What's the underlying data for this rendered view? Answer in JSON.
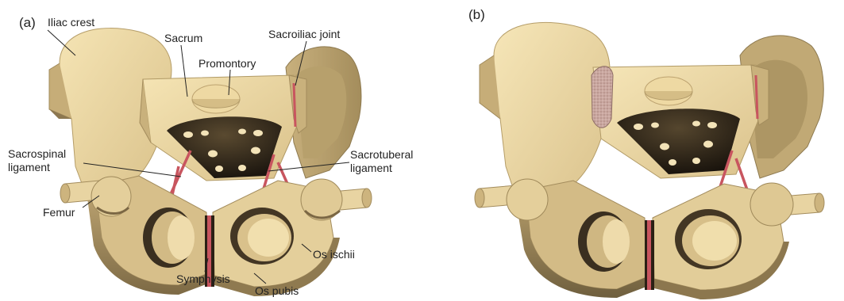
{
  "panel_a": {
    "panel_label": "(a)",
    "labels": {
      "iliac_crest": "Iliac crest",
      "sacrum": "Sacrum",
      "promontory": "Promontory",
      "sacroiliac_joint": "Sacroiliac joint",
      "sacrospinal_1": "Sacrospinal",
      "sacrospinal_2": "ligament",
      "sacrotuberal_1": "Sacrotuberal",
      "sacrotuberal_2": "ligament",
      "femur": "Femur",
      "os_ischii": "Os ischii",
      "symphysis": "Symphysis",
      "os_pubis": "Os pubis"
    }
  },
  "panel_b": {
    "panel_label": "(b)"
  },
  "colors": {
    "bone_light": "#f2dfae",
    "bone_mid": "#dcc48e",
    "bone_dark": "#a89060",
    "bone_shadow": "#6f5f3e",
    "ligament": "#c8555f",
    "cavity": "#2a2218",
    "graft": "#c9a7a0"
  }
}
